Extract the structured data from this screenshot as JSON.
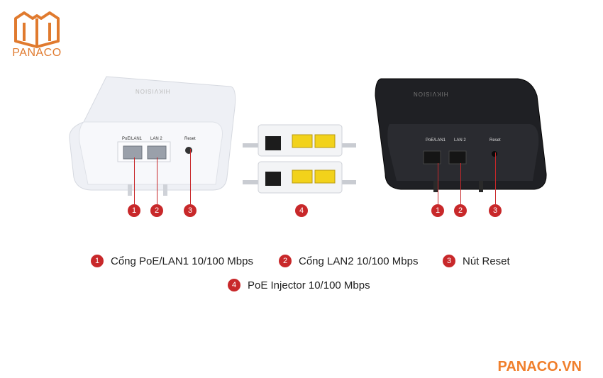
{
  "logo": {
    "text": "PANACO",
    "color": "#e07a2e"
  },
  "footer": {
    "text": "PANACO.VN",
    "color": "#f07f2c"
  },
  "devices": {
    "white": {
      "brand": "HIKVISION",
      "port1_label": "PoE/LAN1",
      "port2_label": "LAN 2",
      "reset_label": "Reset"
    },
    "black": {
      "brand": "HIKVISION",
      "port1_label": "PoE/LAN1",
      "port2_label": "LAN 2",
      "reset_label": "Reset"
    }
  },
  "callouts": {
    "one": "1",
    "two": "2",
    "three": "3",
    "four": "4"
  },
  "legend": [
    {
      "num": "1",
      "text": "Cổng PoE/LAN1 10/100 Mbps"
    },
    {
      "num": "2",
      "text": "Cổng LAN2 10/100 Mbps"
    },
    {
      "num": "3",
      "text": "Nút Reset"
    },
    {
      "num": "4",
      "text": "PoE Injector 10/100 Mbps"
    }
  ],
  "colors": {
    "badge": "#c8282a",
    "port_yellow": "#f2d21b"
  }
}
